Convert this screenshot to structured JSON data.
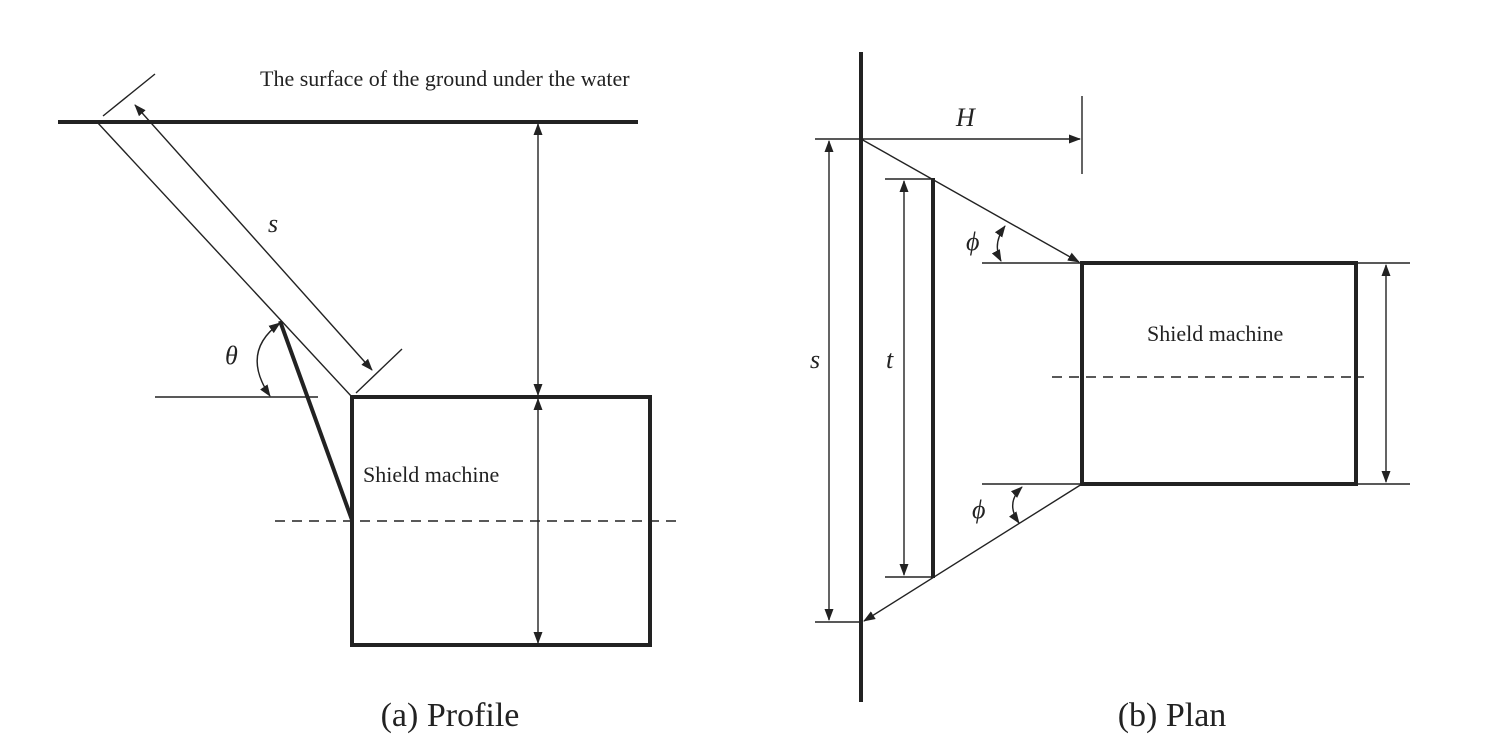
{
  "profile": {
    "ground_label": "The surface of the ground under the water",
    "s_label": "s",
    "theta_label": "θ",
    "machine_label": "Shield machine",
    "caption": "(a) Profile"
  },
  "plan": {
    "H_label": "H",
    "s_label": "s",
    "t_label": "t",
    "phi_top_label": "ϕ",
    "phi_bottom_label": "ϕ",
    "machine_label": "Shield machine",
    "caption": "(b) Plan"
  }
}
